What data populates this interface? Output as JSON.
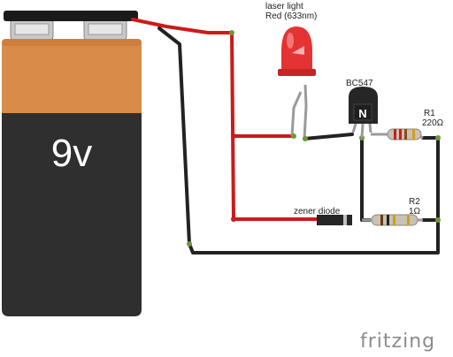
{
  "battery": {
    "label": "9v"
  },
  "components": {
    "led": {
      "line1": "laser light",
      "line2": "Red (633nm)"
    },
    "transistor": {
      "label": "BC547",
      "logo": "N"
    },
    "r1": {
      "name": "R1",
      "value": "220Ω"
    },
    "r2": {
      "name": "R2",
      "value": "1Ω"
    },
    "zener": {
      "label": "zener diode"
    }
  },
  "footer": {
    "brand": "fritzing"
  },
  "colors": {
    "wire_red": "#cc1a1a",
    "wire_black": "#222222",
    "battery_top": "#d98c4a",
    "battery_bottom": "#2f2f2f",
    "led_red": "#e53333",
    "lead_gray": "#9a9a9a",
    "brand_gray": "#8c8c8c"
  }
}
